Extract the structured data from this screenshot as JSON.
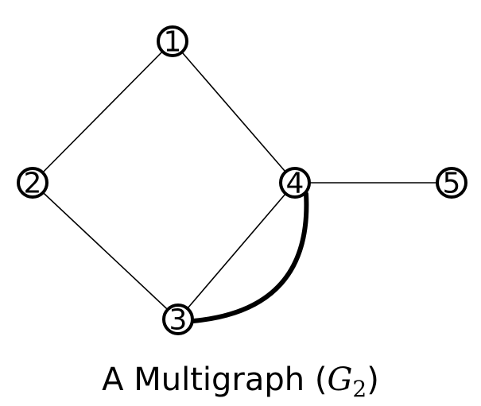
{
  "diagram": {
    "nodes": [
      {
        "id": "1",
        "label": "1"
      },
      {
        "id": "2",
        "label": "2"
      },
      {
        "id": "3",
        "label": "3"
      },
      {
        "id": "4",
        "label": "4"
      },
      {
        "id": "5",
        "label": "5"
      }
    ],
    "edges": [
      {
        "from": "1",
        "to": "2",
        "style": "line"
      },
      {
        "from": "1",
        "to": "4",
        "style": "line"
      },
      {
        "from": "2",
        "to": "3",
        "style": "line"
      },
      {
        "from": "3",
        "to": "4",
        "style": "line"
      },
      {
        "from": "3",
        "to": "4",
        "style": "thick-curve"
      },
      {
        "from": "4",
        "to": "5",
        "style": "line"
      }
    ]
  },
  "caption": {
    "prefix": "A Multigraph (",
    "symbol": "G",
    "subscript": "2",
    "suffix": ")"
  }
}
